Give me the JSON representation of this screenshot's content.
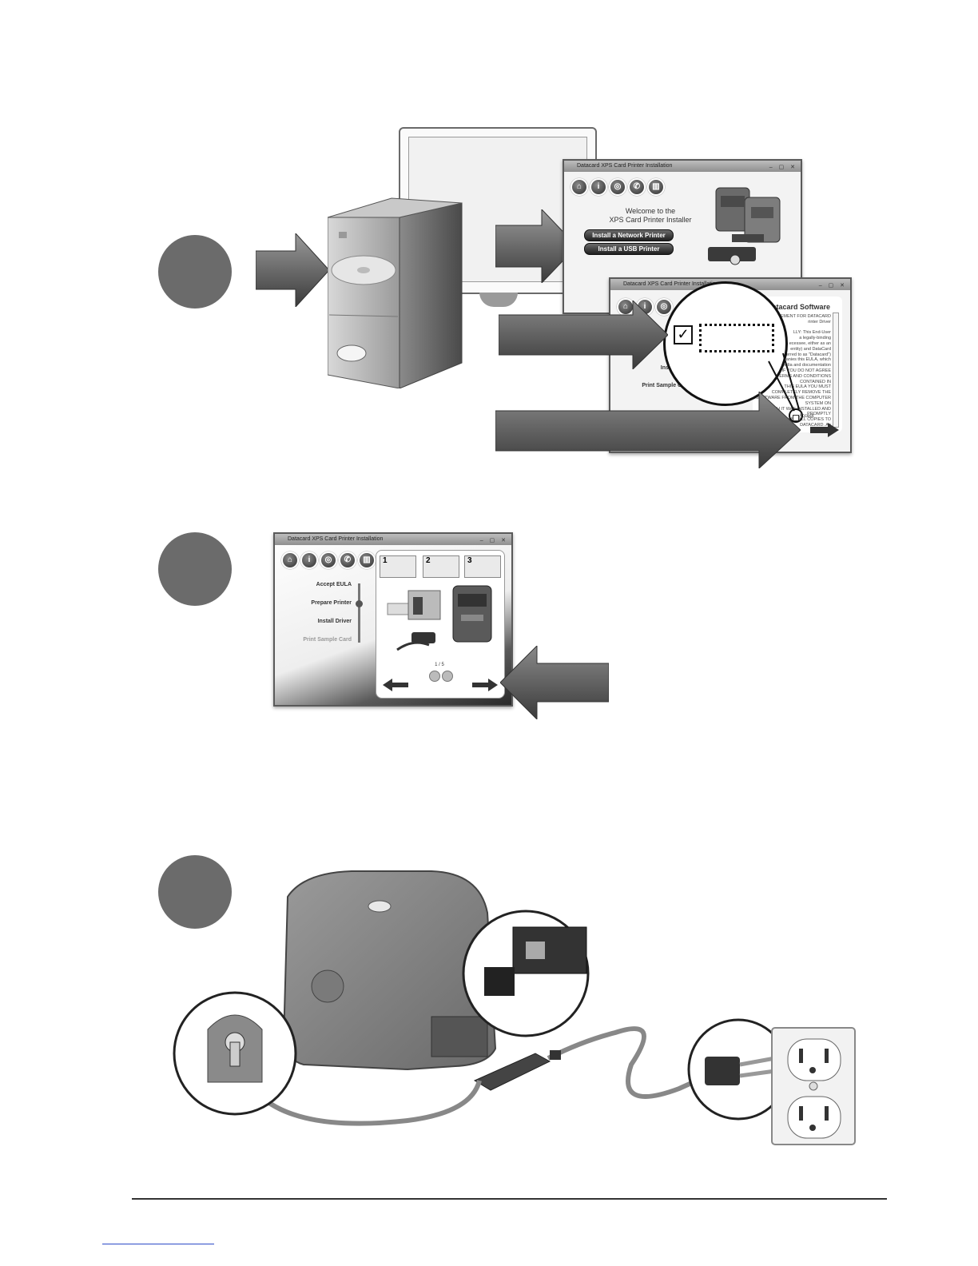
{
  "colors": {
    "step_circle": "#6b6b6b",
    "arrow_dark": "#3f3f3f",
    "arrow_light": "#8c8c8c",
    "footer_link": "#2b49c7"
  },
  "installer_welcome": {
    "window_title": "Datacard XPS Card Printer Installation",
    "window_controls": "– ▢ ✕",
    "heading_line1": "Welcome to the",
    "heading_line2": "XPS Card Printer Installer",
    "network_button": "Install a Network Printer",
    "usb_button": "Install a USB Printer",
    "icons": [
      "home-icon",
      "info-icon",
      "globe-icon",
      "phone-icon",
      "trash-icon"
    ]
  },
  "installer_eula": {
    "window_title": "Datacard XPS Card Printer Installation",
    "window_controls": "– ▢ ✕",
    "panel_title": "Datacard Software",
    "eula_lines": [
      "EEMENT FOR DATACARD",
      "rinter Driver",
      "",
      "LLY: This End-User",
      "a legally-binding",
      "ecessee, either as an",
      "entity) and DataCard",
      "er referred to as \"Datacard\")",
      "accompanies this EULA, which",
      "media and documentation",
      "Software\"). IF YOU DO NOT AGREE",
      "TERMS AND CONDITIONS CONTAINED IN",
      "THIS EULA YOU MUST COMPLETELY REMOVE THE",
      "SOFTWARE FROM THE COMPUTER SYSTEM ON",
      "WHICH IT WAS INSTALLED AND PROMPTLY",
      "RETURN IT AND ALL COPIES TO DATACARD. An"
    ],
    "left_labels": {
      "prepare": "epare",
      "install": "Install D",
      "print": "Print Sample Card"
    },
    "accept_label": "Accept"
  },
  "installer_prepare": {
    "window_title": "Datacard XPS Card Printer Installation",
    "window_controls": "– ▢ ✕",
    "steps": [
      "Accept EULA",
      "Prepare Printer",
      "Install Driver",
      "Print Sample Card"
    ],
    "tabs": [
      "1",
      "2",
      "3"
    ],
    "page_indicator": "1 / 5"
  }
}
